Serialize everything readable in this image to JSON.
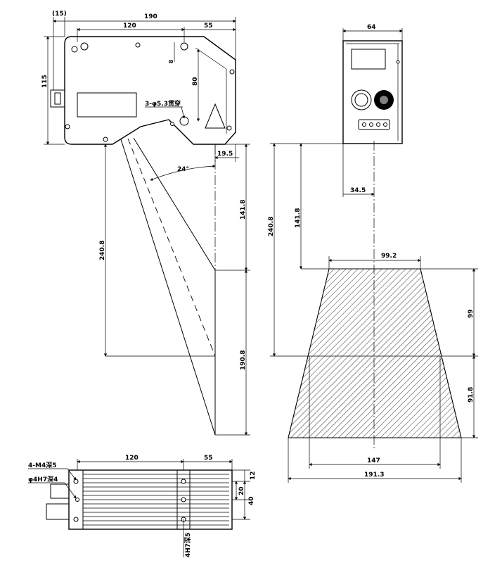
{
  "side_view": {
    "dim_top_outer_paren": "(15)",
    "dim_width_total": "190",
    "dim_hole_spacing": "120",
    "dim_right_section": "55",
    "dim_height": "115",
    "dim_small_8": "8",
    "dim_80": "80",
    "hole_note": "3-φ5.3贯穿",
    "dim_19_5": "19.5",
    "angle": "24°",
    "dim_141_8": "141.8",
    "dim_240_8": "240.8",
    "dim_190_8": "190.8"
  },
  "front_view": {
    "dim_width": "64",
    "dim_34_5": "34.5",
    "dim_240_8": "240.8",
    "dim_141_8": "141.8",
    "dim_99_2": "99.2",
    "dim_99": "99",
    "dim_91_8": "91.8",
    "dim_147": "147",
    "dim_191_3": "191.3"
  },
  "bottom_view": {
    "note_m4": "4-M4深5",
    "note_h7_left": "φ4H7深4",
    "note_h7_bottom": "4H7深5",
    "dim_120": "120",
    "dim_55": "55",
    "dim_12": "12",
    "dim_20": "20",
    "dim_40": "40"
  }
}
